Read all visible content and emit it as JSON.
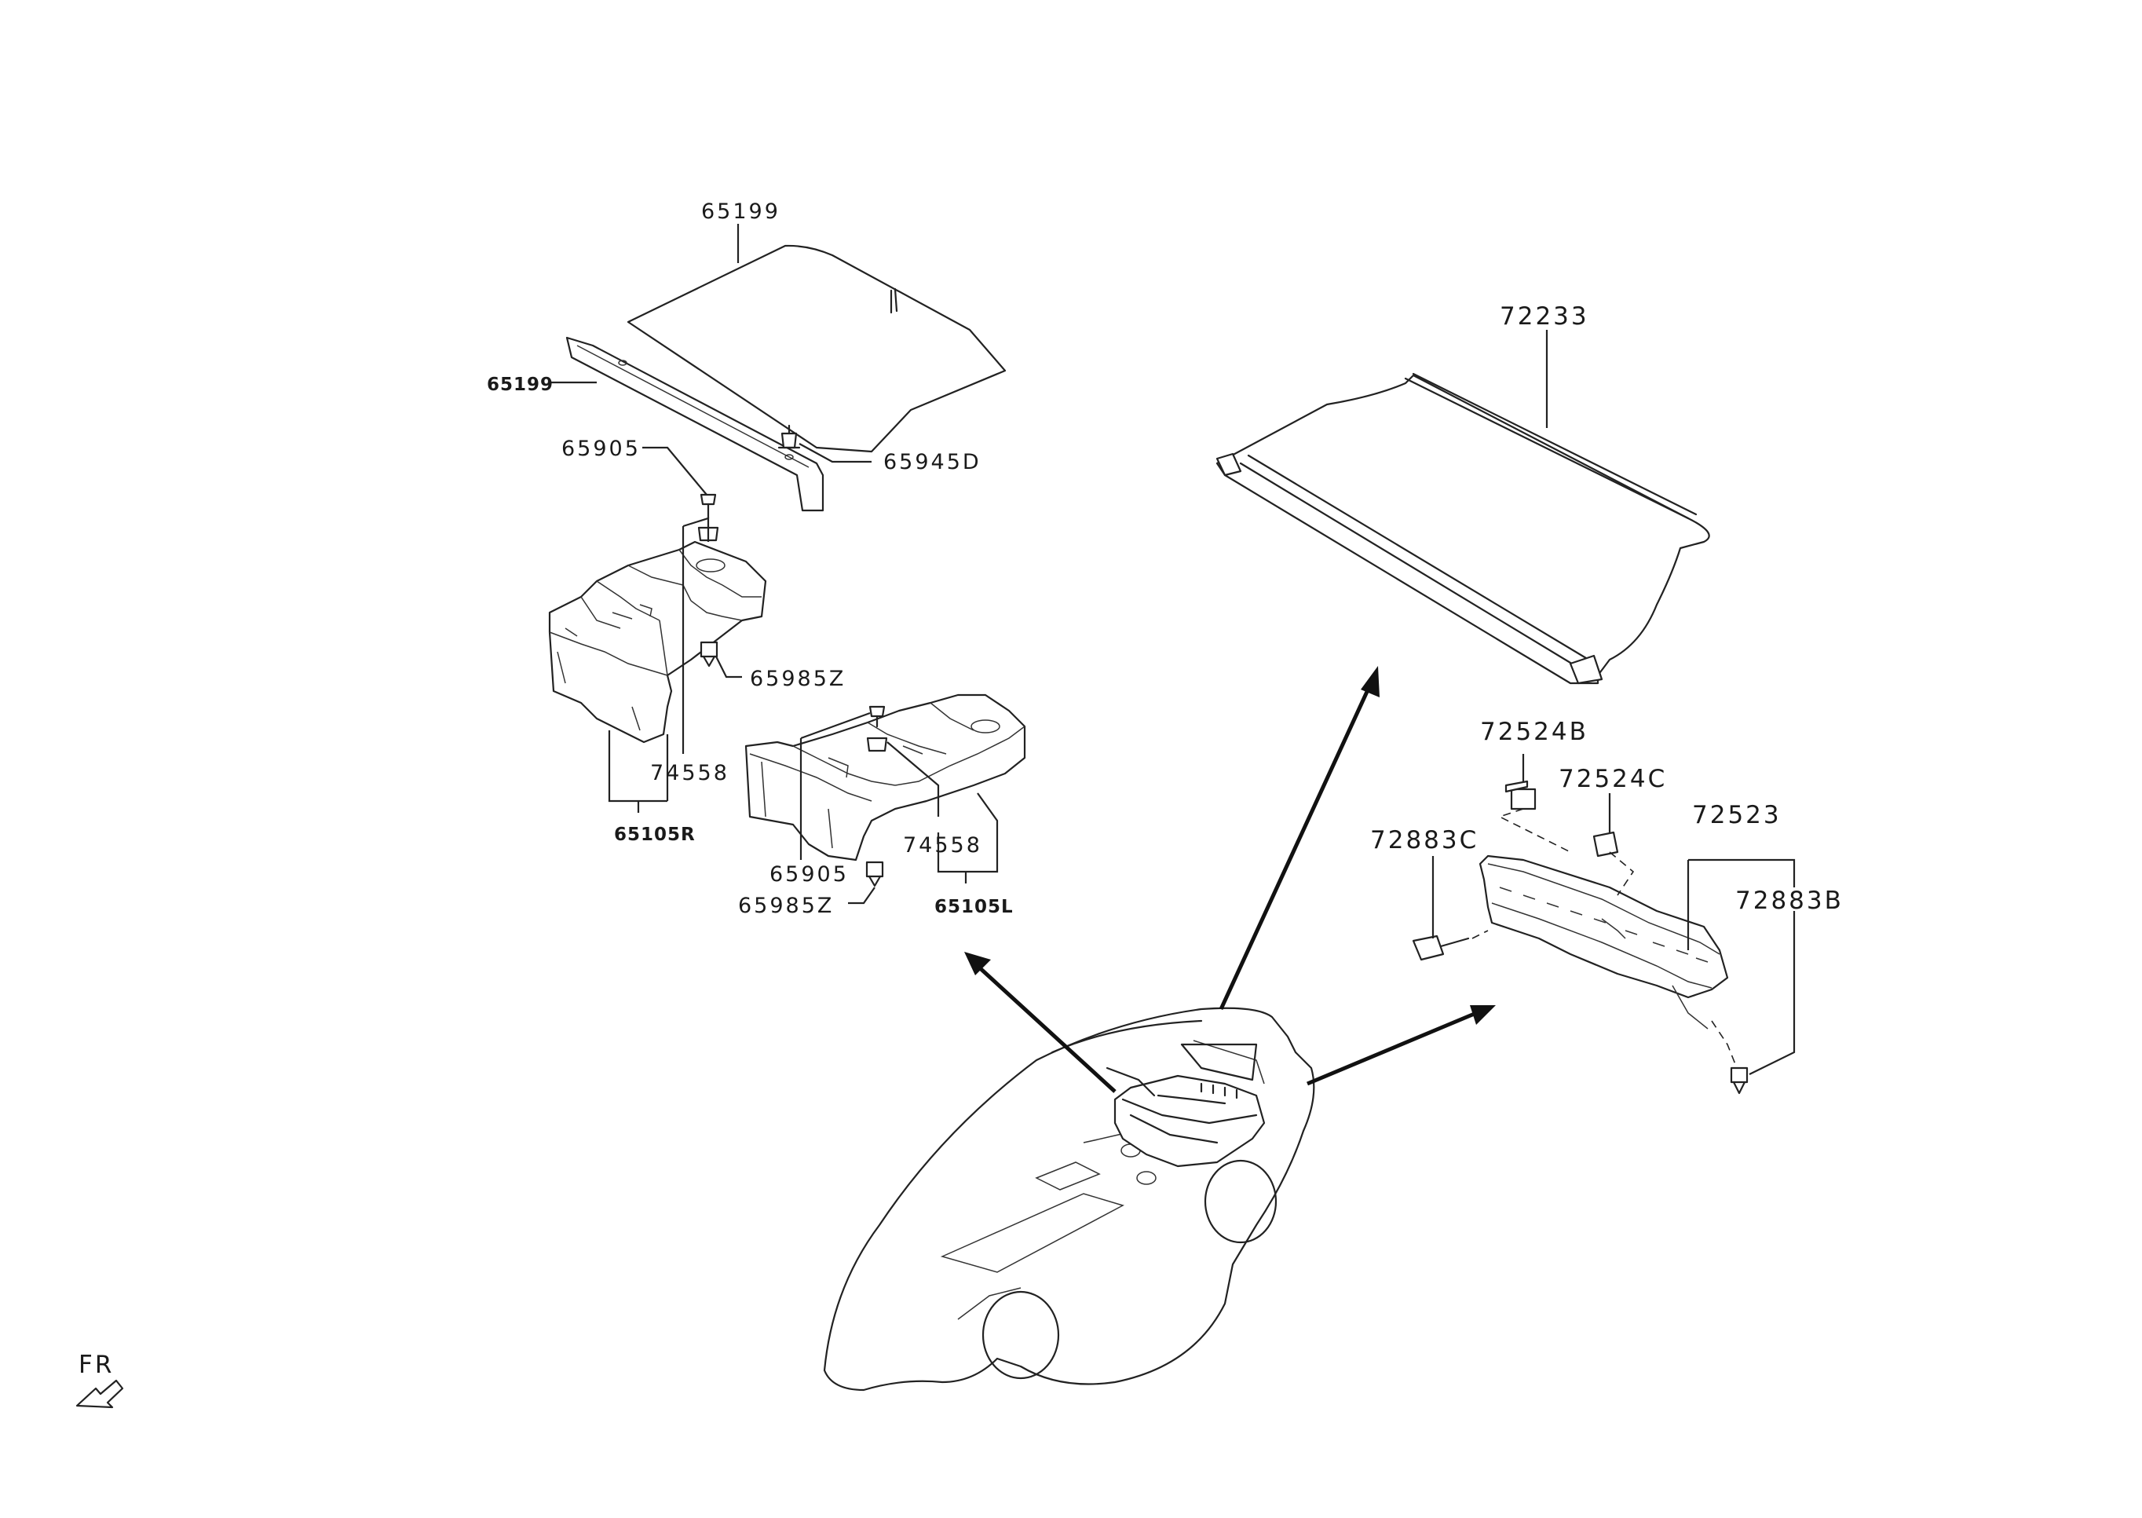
{
  "labels": {
    "top_board_upper": "65199",
    "top_board_lower": "65199",
    "board_clip": "65945D",
    "screw_right_box": "65905",
    "clip_right_box": "65985Z",
    "bracket_right_box": "74558",
    "box_right": "65105R",
    "screw_left_box": "65905",
    "bracket_left_box": "74558",
    "clip_left_box": "65985Z",
    "box_left": "65105L",
    "tonneau_cover": "72233",
    "clip_72524b": "72524B",
    "clip_72524c": "72524C",
    "trim_panel": "72523",
    "clip_72883c": "72883C",
    "clip_72883b": "72883B",
    "front_indicator": "FR"
  },
  "icons": {
    "front_arrow": "front-direction-arrow-icon"
  }
}
